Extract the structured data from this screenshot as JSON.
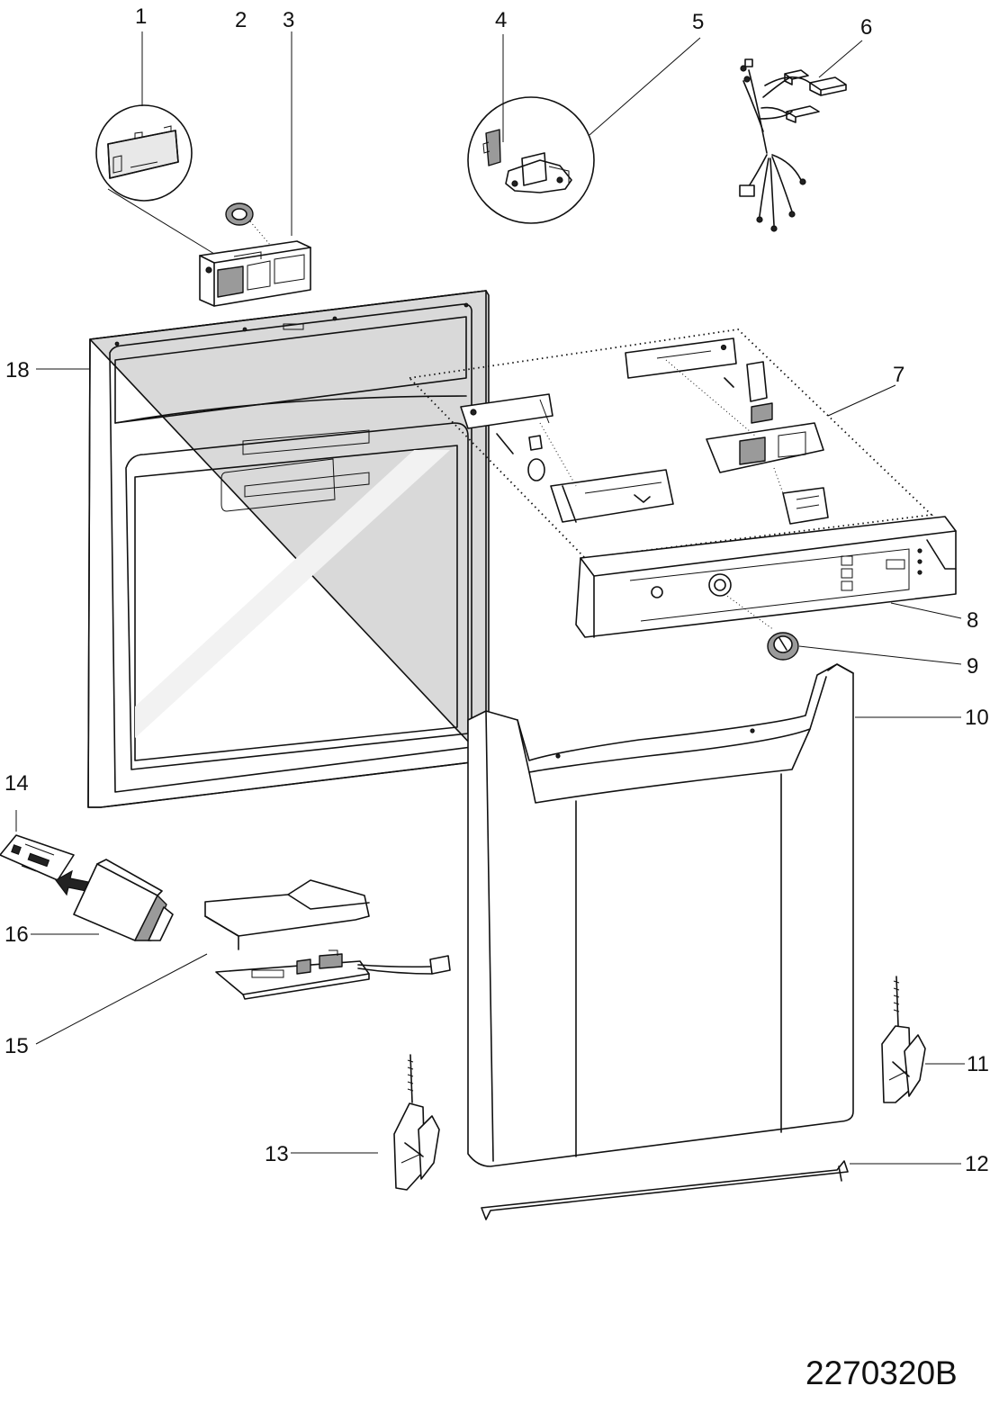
{
  "drawing_code": "2270320B",
  "callouts": [
    {
      "num": "1"
    },
    {
      "num": "2"
    },
    {
      "num": "3"
    },
    {
      "num": "4"
    },
    {
      "num": "5"
    },
    {
      "num": "6"
    },
    {
      "num": "7"
    },
    {
      "num": "8"
    },
    {
      "num": "9"
    },
    {
      "num": "10"
    },
    {
      "num": "11"
    },
    {
      "num": "12"
    },
    {
      "num": "13"
    },
    {
      "num": "14"
    },
    {
      "num": "15"
    },
    {
      "num": "16"
    },
    {
      "num": "18"
    }
  ],
  "colors": {
    "ink": "#111111",
    "paper": "#ffffff",
    "shade": "#e8e8e8"
  }
}
